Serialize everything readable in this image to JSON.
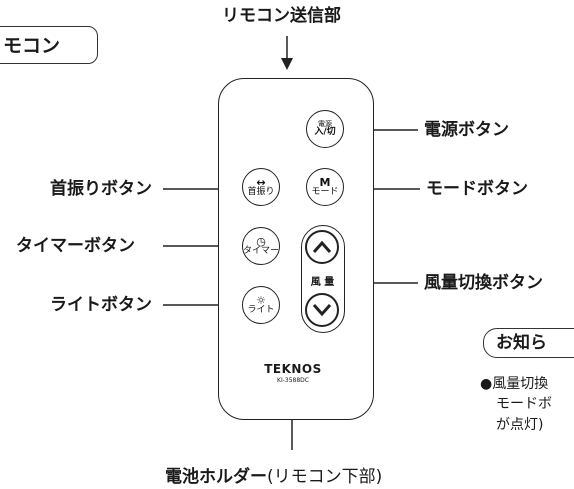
{
  "top_label": "リモコン送信部",
  "section_title": "モコン",
  "remote": {
    "power": {
      "line1": "電源",
      "line2": "入/切"
    },
    "mode": {
      "icon": "M",
      "text": "モード"
    },
    "swing": {
      "icon": "↔",
      "text": "首振り"
    },
    "timer": {
      "icon": "◷",
      "text": "タイマー"
    },
    "light": {
      "icon": "☼",
      "text": "ライト"
    },
    "wind": {
      "label": "風 量"
    },
    "brand": "TEKNOS",
    "model": "KI-3588DC"
  },
  "labels": {
    "power_button": "電源ボタン",
    "swing_button": "首振りボタン",
    "mode_button": "モードボタン",
    "timer_button": "タイマーボタン",
    "wind_button": "風量切換ボタン",
    "light_button": "ライトボタン",
    "battery_holder": "電池ホルダー",
    "battery_holder_note": "(リモコン下部)"
  },
  "notice": {
    "title": "お知ら",
    "line1": "●風量切換",
    "line2": "モードボ",
    "line3": "が点灯)"
  }
}
